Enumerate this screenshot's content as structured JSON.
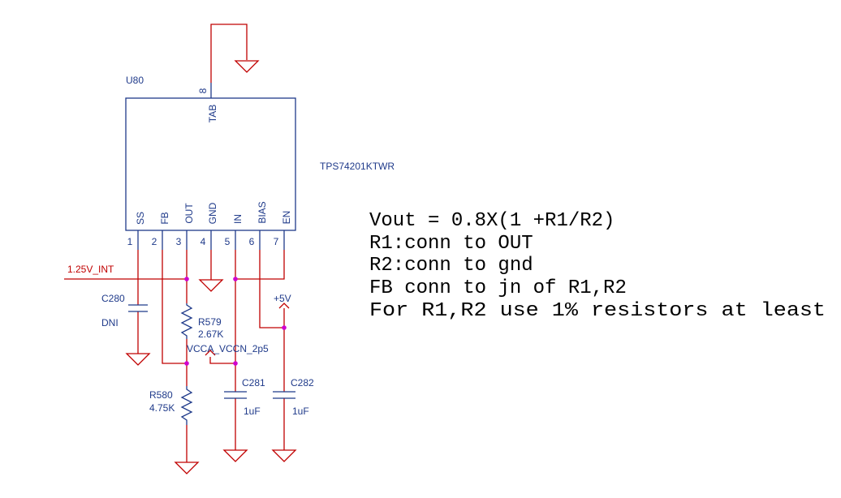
{
  "colors": {
    "wire": "#c00000",
    "component": "#1f3a8a",
    "junction": "#d000d0",
    "note": "#000000"
  },
  "ic": {
    "refdes": "U80",
    "part": "TPS74201KTWR",
    "tab_pin": {
      "name": "TAB",
      "number": "8"
    },
    "pins": [
      {
        "name": "SS",
        "number": "1"
      },
      {
        "name": "FB",
        "number": "2"
      },
      {
        "name": "OUT",
        "number": "3"
      },
      {
        "name": "GND",
        "number": "4"
      },
      {
        "name": "IN",
        "number": "5"
      },
      {
        "name": "BIAS",
        "number": "6"
      },
      {
        "name": "EN",
        "number": "7"
      }
    ]
  },
  "nets": {
    "out": "1.25V_INT",
    "plus5": "+5V",
    "vin": "VCCA_VCCN_2p5"
  },
  "components": {
    "c280": {
      "ref": "C280",
      "value": "DNI"
    },
    "r579": {
      "ref": "R579",
      "value": "2.67K"
    },
    "r580": {
      "ref": "R580",
      "value": "4.75K"
    },
    "c281": {
      "ref": "C281",
      "value": "1uF"
    },
    "c282": {
      "ref": "C282",
      "value": "1uF"
    }
  },
  "notes": [
    "Vout = 0.8X(1 +R1/R2)",
    "R1:conn to OUT",
    "R2:conn to gnd",
    "FB conn to jn of R1,R2",
    "For R1,R2 use 1% resistors at least"
  ]
}
